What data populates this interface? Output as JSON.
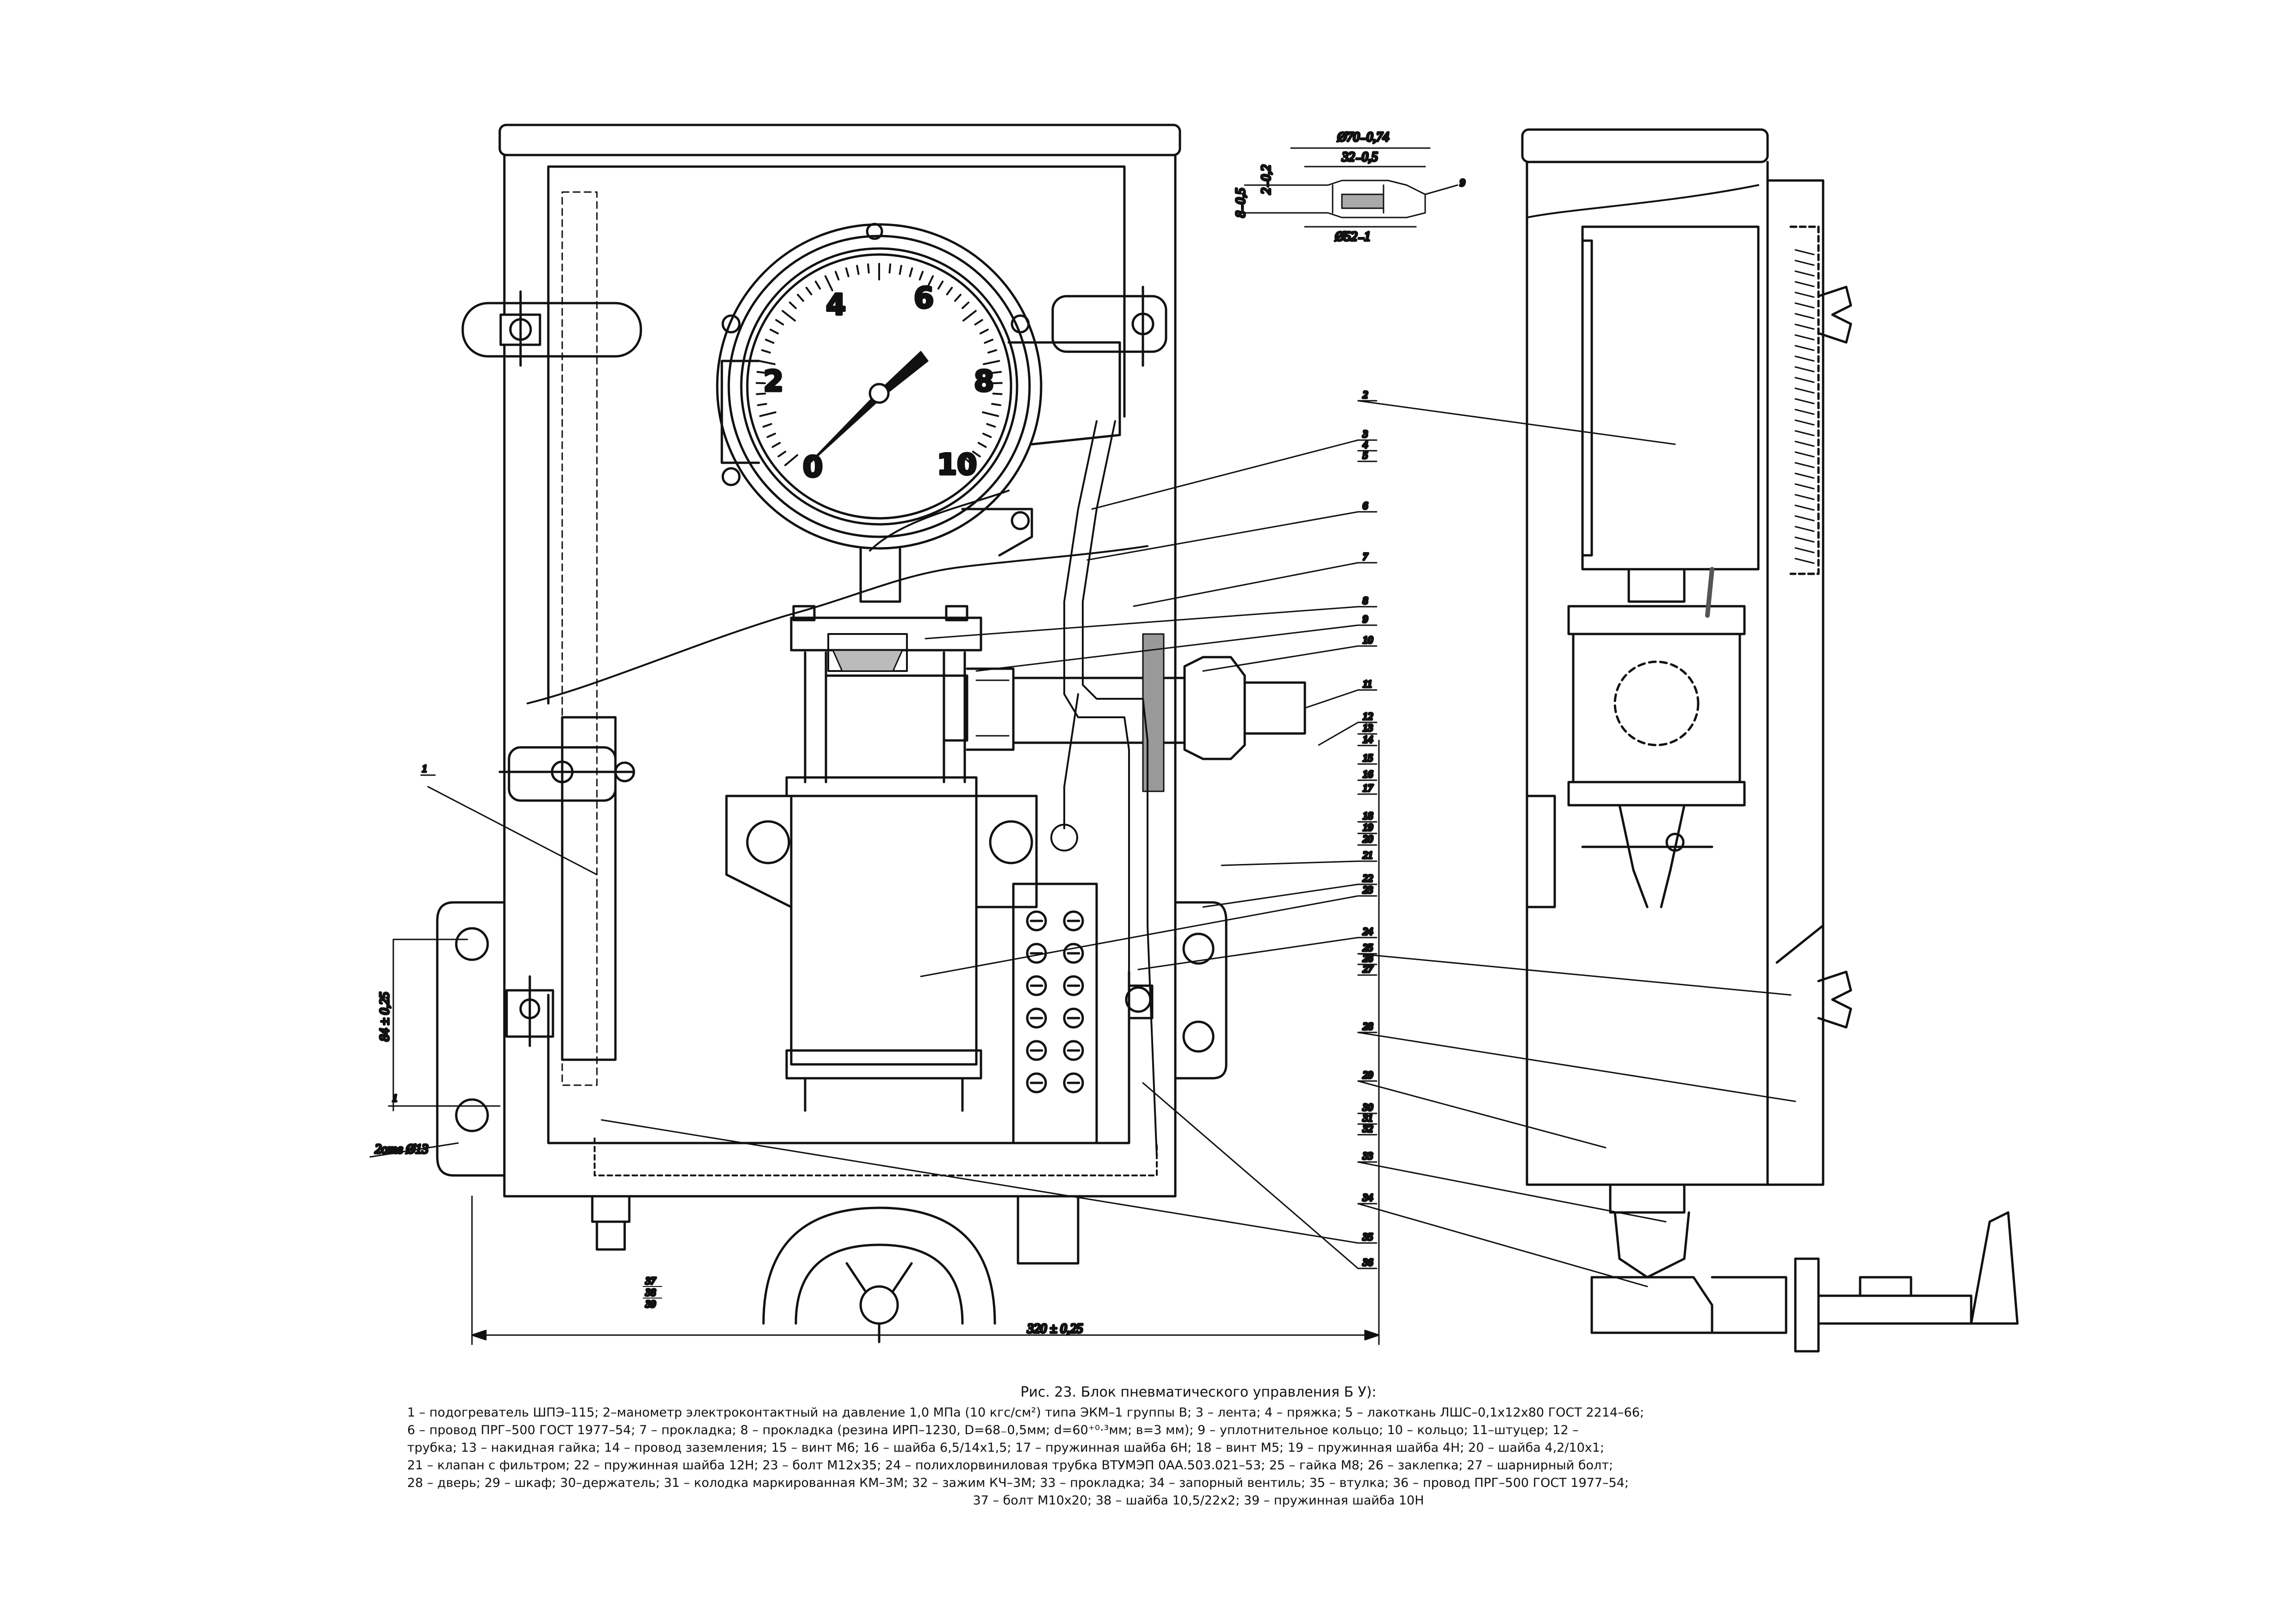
{
  "figure": {
    "caption_title": "Рис. 23. Блок пневматического управления   Б  У):",
    "caption_lines": [
      "1 – подогреватель ШПЭ–115; 2–манометр электроконтактный на давление 1,0 МПа (10 кгс/см²) типа ЭКМ–1 группы В; 3 – лента; 4 – пряжка; 5 – лакоткань ЛШС–0,1х12х80 ГОСТ 2214–66;",
      "6 – провод ПРГ–500 ГОСТ 1977–54; 7 – прокладка; 8 – прокладка (резина ИРП–1230, D=68₋0,5мм;  d=60⁺⁰·³мм;  в=3 мм); 9 – уплотнительное кольцо; 10 – кольцо; 11–штуцер; 12 –",
      "трубка; 13 – накидная гайка; 14 – провод заземления; 15 – винт М6; 16 – шайба 6,5/14х1,5; 17 – пружинная шайба 6Н; 18 – винт М5; 19 – пружинная шайба 4Н; 20 – шайба 4,2/10х1;",
      "21 – клапан с фильтром; 22 – пружинная шайба 12Н; 23 – болт М12х35; 24 – полихлорвиниловая трубка ВТУМЭП 0АА.503.021–53; 25 – гайка М8; 26 – заклепка; 27 – шарнирный болт;",
      "28 – дверь; 29 – шкаф; 30–держатель; 31 – колодка маркированная КМ–3М; 32 – зажим КЧ–3М; 33 – прокладка; 34 – запорный вентиль; 35 – втулка; 36 – провод ПРГ–500 ГОСТ 1977–54;",
      "37 – болт М10х20; 38 – шайба 10,5/22х2; 39 – пружинная шайба 10Н"
    ]
  },
  "gauge": {
    "scale_labels": [
      "0",
      "2",
      "4",
      "6",
      "8",
      "10"
    ]
  },
  "callouts": {
    "left_1": "1",
    "left_1b": "1",
    "right": [
      "2",
      "3",
      "4",
      "5",
      "6",
      "7",
      "8",
      "9",
      "10",
      "11",
      "12",
      "13",
      "14",
      "15",
      "16",
      "17",
      "18",
      "19",
      "20",
      "21",
      "22",
      "23",
      "24",
      "25",
      "26",
      "27",
      "28",
      "29",
      "30",
      "31",
      "32",
      "33",
      "34",
      "35",
      "36"
    ],
    "bottom_stack": [
      "37",
      "38",
      "39"
    ]
  },
  "dimensions": {
    "overall_width": "320 ± 0,25",
    "height_left": "84 ± 0,25",
    "hole": "2отв Ø13",
    "ring_outer": "Ø70₋0,74",
    "ring_inner": "32₋0,5",
    "ring_bottom": "Ø52₋1",
    "ring_h1": "8₋0,5",
    "ring_h2": "2₋0,2",
    "ring_label": "9"
  }
}
